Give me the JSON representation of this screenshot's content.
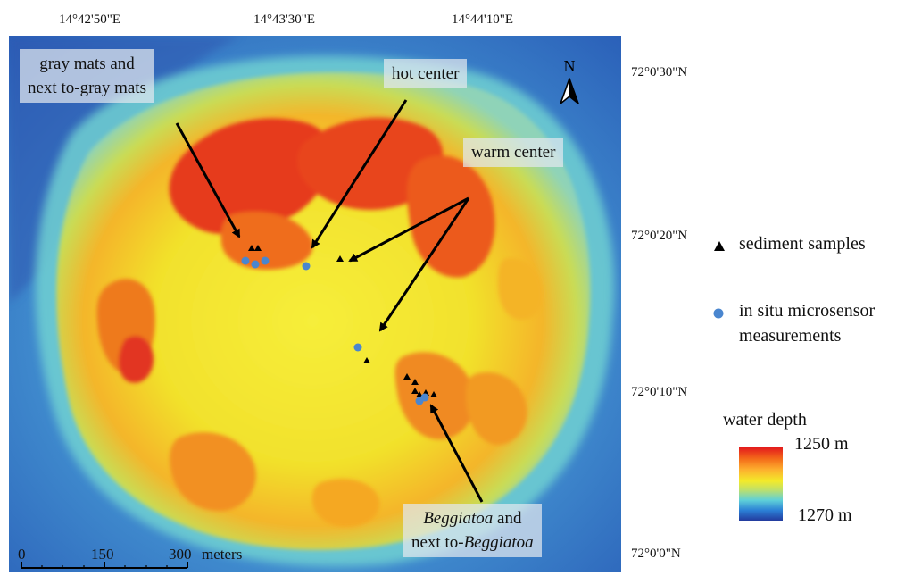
{
  "longitude_labels": [
    "14°42'50\"E",
    "14°43'30\"E",
    "14°44'10\"E"
  ],
  "latitude_labels": [
    "72°0'30\"N",
    "72°0'20\"N",
    "72°0'10\"N",
    "72°0'0\"N"
  ],
  "north_arrow": {
    "label": "N",
    "icon": "north-arrow-icon"
  },
  "callouts": {
    "gray_mats": [
      "gray mats and",
      "next to-gray mats"
    ],
    "hot_center": "hot center",
    "warm_center": "warm center",
    "beggiatoa": {
      "line1_italic": "Beggiatoa",
      "line1_rest": " and",
      "line2_prefix": "next to-",
      "line2_italic": "Beggiatoa"
    }
  },
  "legend": {
    "sediment": {
      "label": "sediment samples",
      "marker": "black-triangle",
      "color": "#000000"
    },
    "microsensor": {
      "label_line1": "in situ microsensor",
      "label_line2": "measurements",
      "marker": "blue-circle",
      "color": "#4a86cf"
    }
  },
  "depth_scale": {
    "title": "water depth",
    "min_label": "1250 m",
    "max_label": "1270 m"
  },
  "scale_bar": {
    "ticks": [
      "0",
      "150",
      "300"
    ],
    "unit": "meters"
  },
  "colors": {
    "shallow": "#e31a1c",
    "mid": "#f3ea2a",
    "deep": "#233b9e",
    "microsensor": "#4a86cf",
    "sediment": "#000000"
  }
}
